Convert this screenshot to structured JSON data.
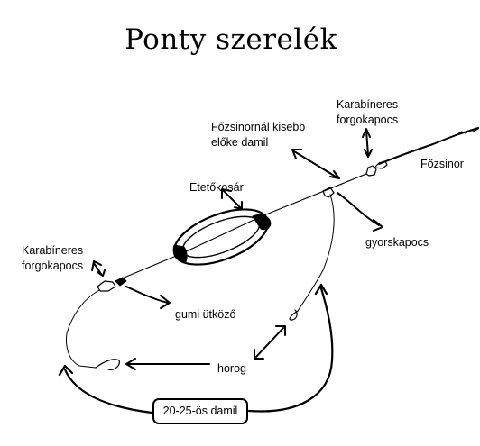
{
  "title": "Ponty szerelék",
  "labels": {
    "karabineres_top": [
      "Karabíneres",
      "forgokapocs"
    ],
    "fozsinor_leader": [
      "Főzsinornál kisebb",
      "előke damil"
    ],
    "fozsinor": "Főzsinor",
    "etetokosar": "Etetőkosár",
    "gyorskapocs": "gyorskapocs",
    "karabineres_left": [
      "Karabíneres",
      "forgokapocs"
    ],
    "gumi_utkozo": "gumi ütköző",
    "horog": "horog",
    "damil_box": "20-25-ös damil"
  }
}
